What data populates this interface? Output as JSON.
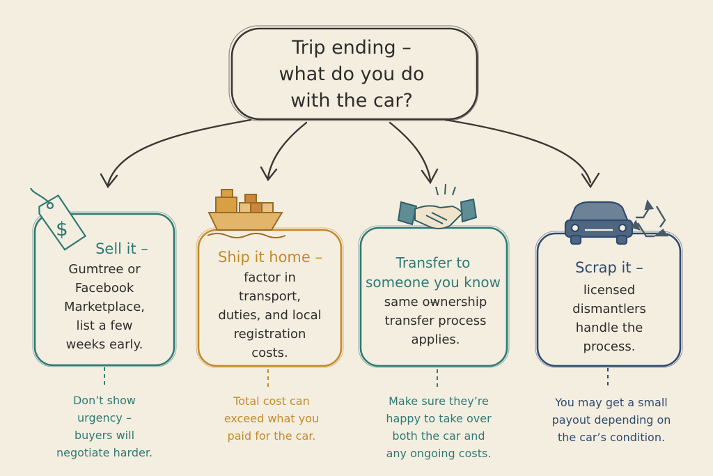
{
  "root": {
    "text": "Trip ending –\nwhat do you do\nwith the car?"
  },
  "options": [
    {
      "title": "Sell it –",
      "body": "Gumtree or\nFacebook\nMarketplace,\nlist a few\nweeks early.",
      "tip": "Don’t show\nurgency –\nbuyers will\nnegotiate harder.",
      "color": "#2e7a73",
      "icon": "price-tag-icon"
    },
    {
      "title": "Ship it home –",
      "body": "factor in\ntransport,\nduties, and local\nregistration\ncosts.",
      "tip": "Total cost can\nexceed what you\npaid for the car.",
      "color": "#c28a2a",
      "icon": "cargo-ship-icon"
    },
    {
      "title": "Transfer to\nsomeone you know –",
      "body": "same ownership\ntransfer process\napplies.",
      "tip": "Make sure they’re\nhappy to take over\nboth the car and\nany ongoing costs.",
      "color": "#2e7a73",
      "icon": "handshake-icon"
    },
    {
      "title": "Scrap it –",
      "body": "licensed\ndismantlers\nhandle the\nprocess.",
      "tip": "You may get a small\npayout depending on\nthe car’s condition.",
      "color": "#2f4a6e",
      "icon": "car-and-recycle-icon"
    }
  ]
}
